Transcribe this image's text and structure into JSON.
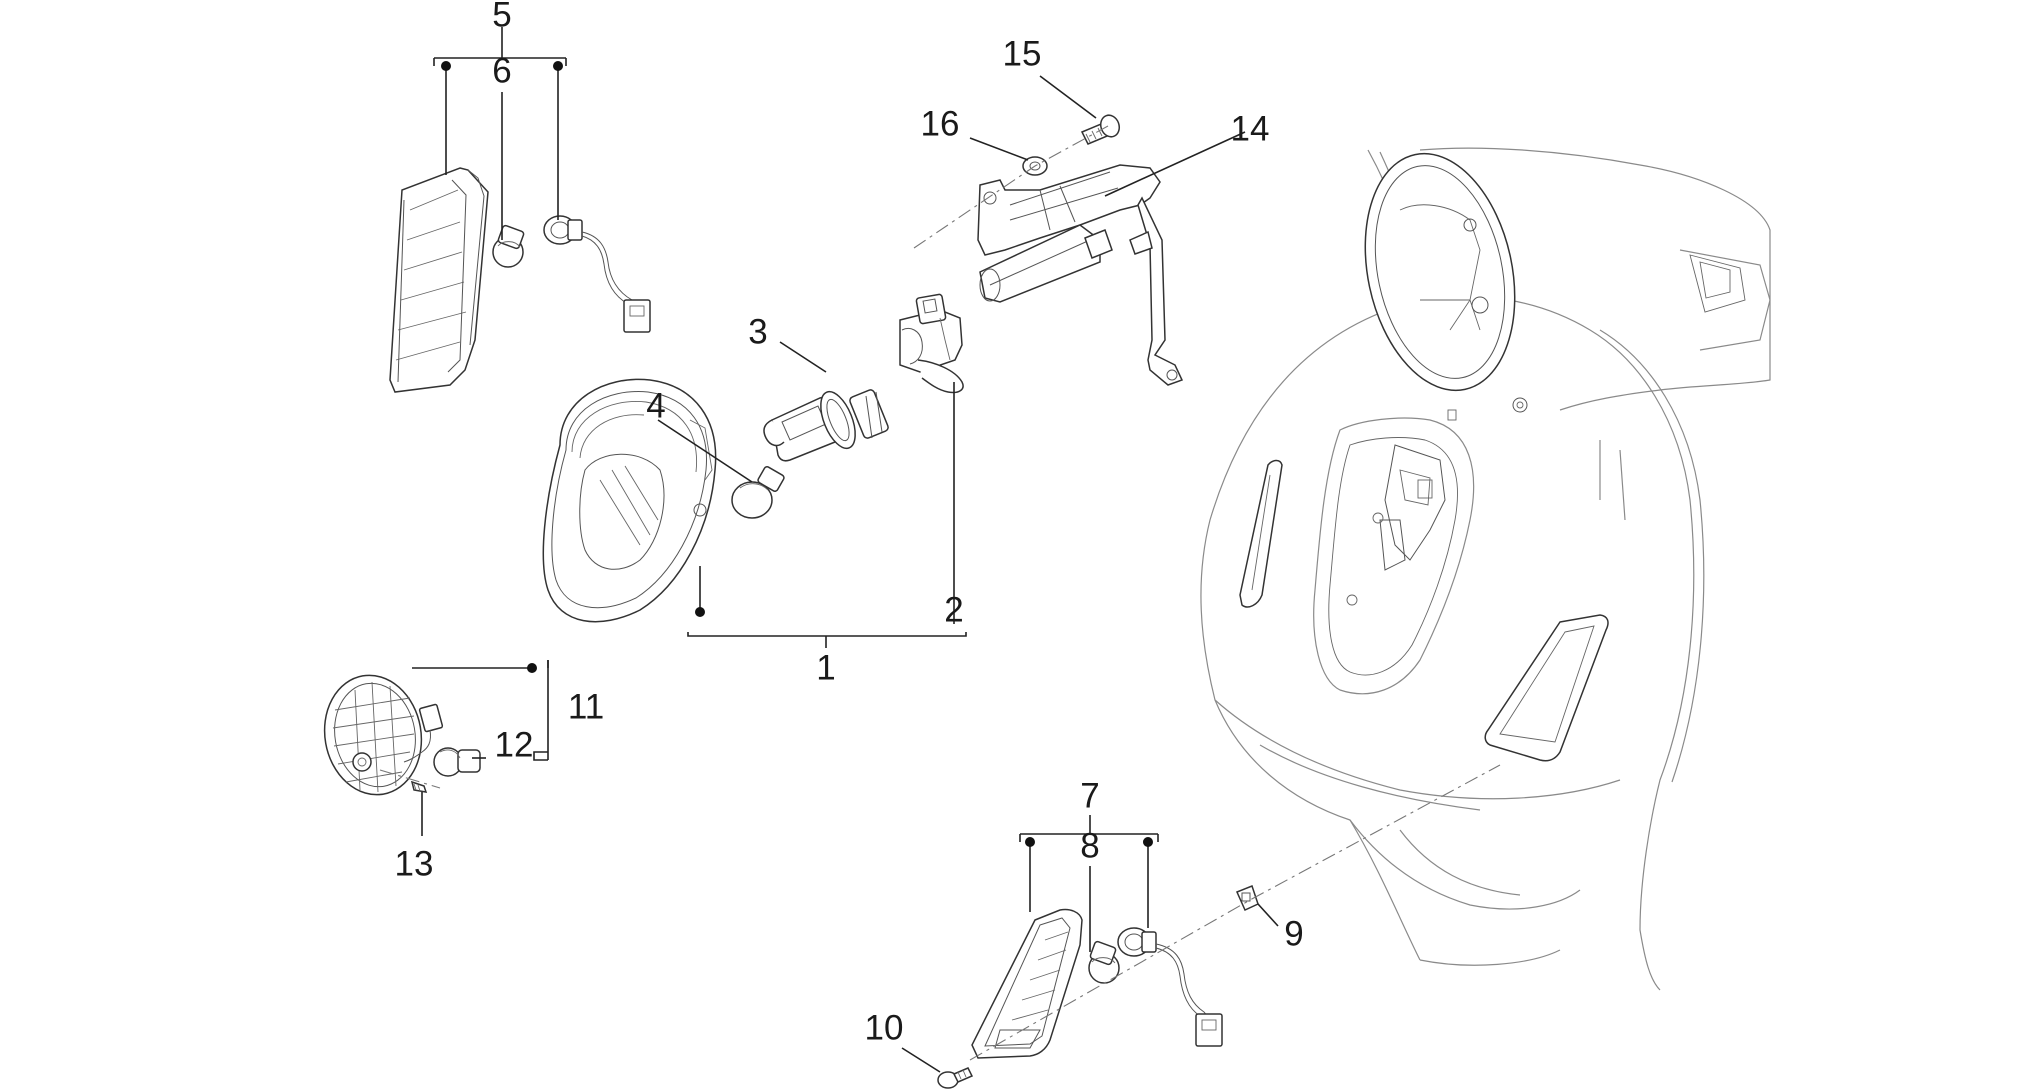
{
  "diagram": {
    "labels": {
      "l1": "1",
      "l2": "2",
      "l3": "3",
      "l4": "4",
      "l5": "5",
      "l6": "6",
      "l7": "7",
      "l8": "8",
      "l9": "9",
      "l10": "10",
      "l11": "11",
      "l12": "12",
      "l13": "13",
      "l14": "14",
      "l15": "15",
      "l16": "16"
    }
  }
}
